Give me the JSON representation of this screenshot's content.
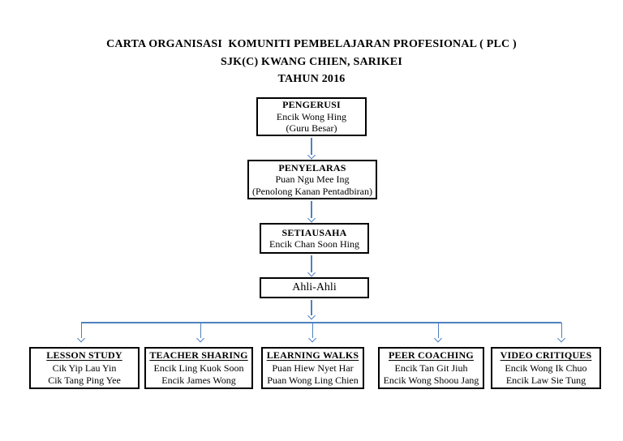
{
  "header": {
    "line1": "CARTA ORGANISASI  KOMUNITI PEMBELAJARAN PROFESIONAL ( PLC )",
    "line2": "SJK(C) KWANG CHIEN, SARIKEI",
    "line3": "TAHUN 2016"
  },
  "colors": {
    "connector": "#4F81BD",
    "box_border": "#000000",
    "background": "#FFFFFF"
  },
  "chain": [
    {
      "title": "PENGERUSI",
      "lines": [
        "Encik Wong Hing",
        "(Guru Besar)"
      ]
    },
    {
      "title": "PENYELARAS",
      "lines": [
        "Puan Ngu Mee Ing",
        "(Penolong Kanan Pentadbiran)"
      ]
    },
    {
      "title": "SETIAUSAHA",
      "lines": [
        "Encik Chan Soon Hing"
      ]
    },
    {
      "title": "Ahli-Ahli",
      "lines": []
    }
  ],
  "committees": [
    {
      "title": "LESSON STUDY",
      "members": [
        "Cik Yip Lau Yin",
        "Cik Tang Ping Yee"
      ]
    },
    {
      "title": "TEACHER SHARING",
      "members": [
        "Encik Ling Kuok Soon",
        "Encik James Wong"
      ]
    },
    {
      "title": "LEARNING WALKS",
      "members": [
        "Puan Hiew Nyet Har",
        "Puan Wong Ling Chien"
      ]
    },
    {
      "title": "PEER COACHING",
      "members": [
        "Encik Tan Git Jiuh",
        "Encik Wong Shoou Jang"
      ]
    },
    {
      "title": "VIDEO CRITIQUES",
      "members": [
        "Encik Wong Ik Chuo",
        "Encik Law Sie Tung"
      ]
    }
  ]
}
